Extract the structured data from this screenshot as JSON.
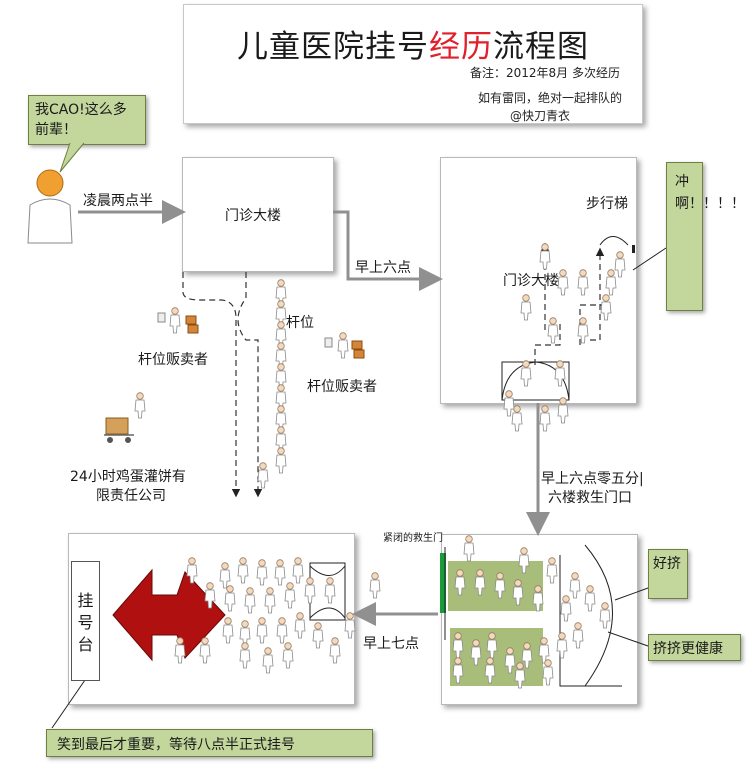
{
  "title": {
    "part1": "儿童医院挂号",
    "highlight": "经历",
    "part2": "流程图"
  },
  "notes": {
    "line1": "备注：2012年8月  多次经历",
    "line2": "如有雷同，绝对一起排队的",
    "line3": "@快刀青衣"
  },
  "speech": "我CAO!这么多前辈！",
  "arrow_labels": {
    "early": "凌晨两点半",
    "six": "早上六点",
    "six_five_l1": "早上六点零五分|",
    "six_five_l2": "六楼救生门口",
    "seven": "早上七点"
  },
  "building_label": "门诊大楼",
  "queue_label": "杆位",
  "vendor1": "杆位贩卖者",
  "vendor2": "杆位贩卖者",
  "company_l1": "24小时鸡蛋灌饼有",
  "company_l2": "限责任公司",
  "stairs_label": "步行梯",
  "building_label2": "门诊大楼",
  "rush_callout": "冲啊！！！！",
  "closed_door": "紧闭的救生门",
  "good_squeeze": "好挤",
  "squeeze_healthier": "挤挤更健康",
  "counter_label": "挂号台",
  "bottom_callout": "笑到最后才重要，等待八点半正式挂号",
  "colors": {
    "accent_red": "#e0202a",
    "callout_green": "#c3d69b",
    "room_green": "#a8bd7a",
    "door_green": "#1a9a3a",
    "big_arrow": "#b01010"
  },
  "icons": [
    "person-icon",
    "vendor-icon",
    "cart-icon",
    "big-arrow-icon"
  ]
}
